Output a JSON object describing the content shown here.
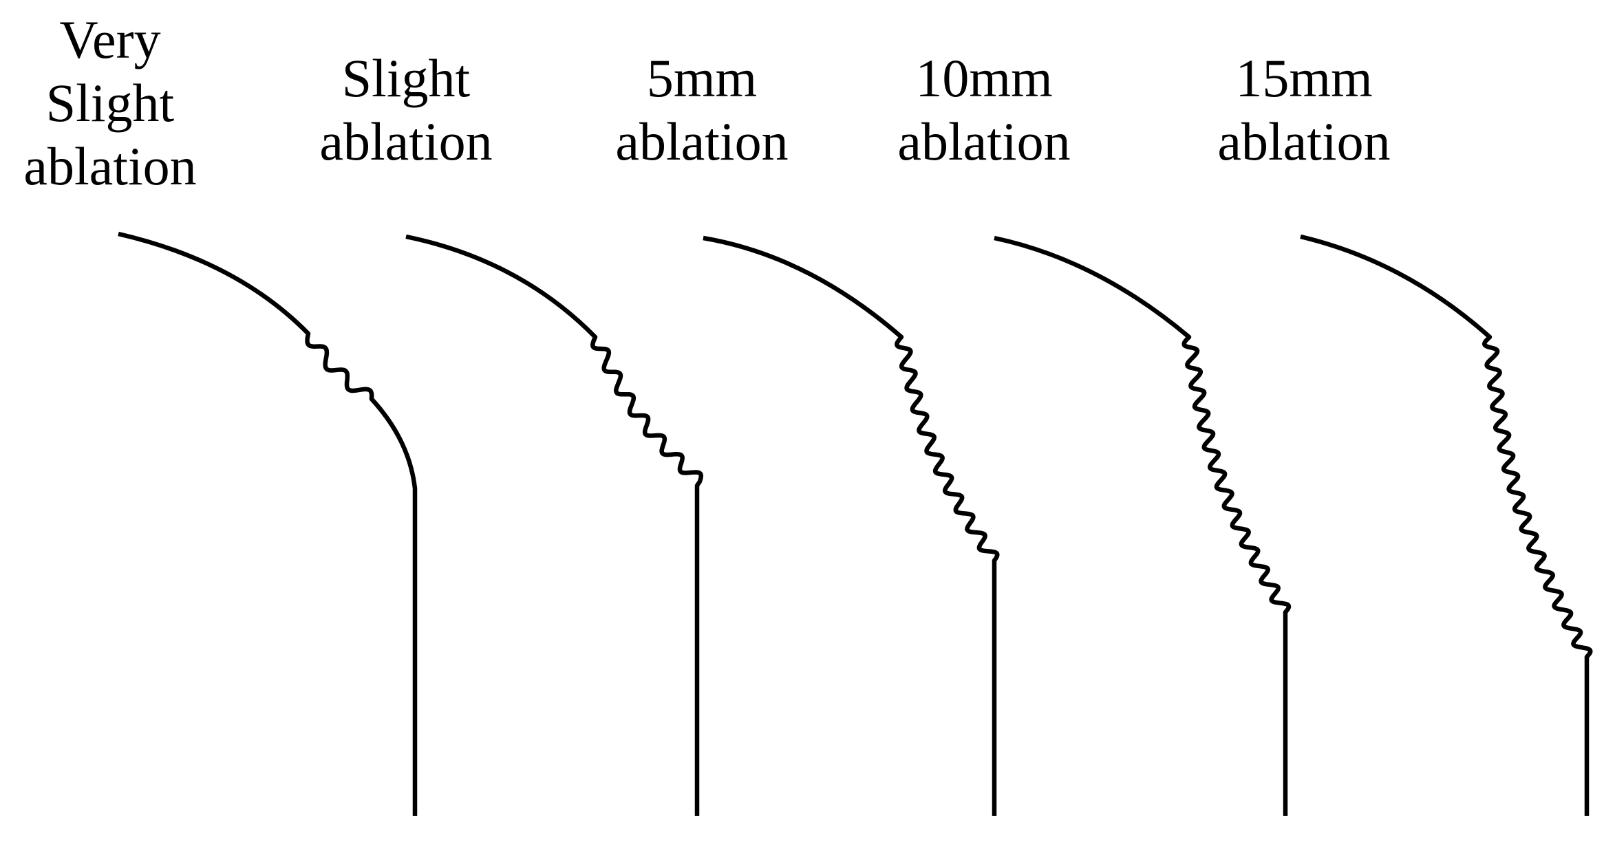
{
  "panels": [
    {
      "label_lines": [
        "Very",
        "Slight",
        "ablation"
      ]
    },
    {
      "label_lines": [
        "Slight",
        "ablation"
      ]
    },
    {
      "label_lines": [
        "5mm",
        "ablation"
      ]
    },
    {
      "label_lines": [
        "10mm",
        "ablation"
      ]
    },
    {
      "label_lines": [
        "15mm",
        "ablation"
      ]
    }
  ]
}
